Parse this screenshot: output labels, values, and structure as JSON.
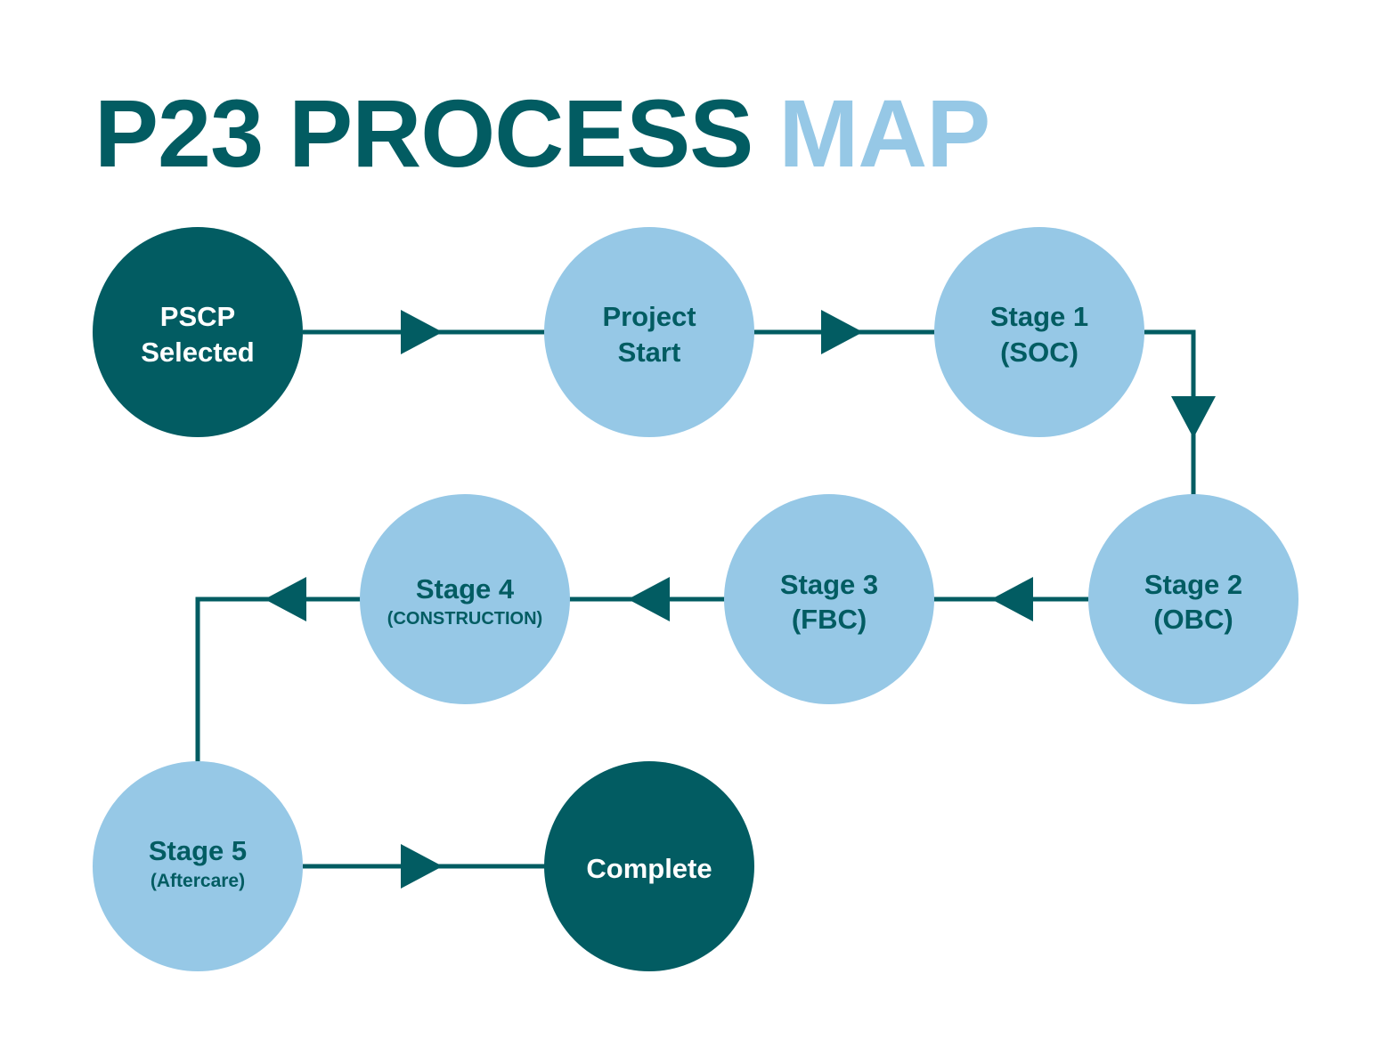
{
  "title": {
    "main": "P23 PROCESS",
    "accent": "MAP"
  },
  "colors": {
    "dark": "#025c62",
    "light": "#96c8e6",
    "line": "#025c62",
    "text_on_dark": "#ffffff",
    "text_on_light": "#025c62"
  },
  "nodes": [
    {
      "id": "pscp",
      "line1": "PSCP",
      "line2": "Selected",
      "style": "dark"
    },
    {
      "id": "project-start",
      "line1": "Project",
      "line2": "Start",
      "style": "light"
    },
    {
      "id": "stage-1",
      "line1": "Stage 1",
      "line2": "(SOC)",
      "style": "light"
    },
    {
      "id": "stage-2",
      "line1": "Stage 2",
      "line2": "(OBC)",
      "style": "light"
    },
    {
      "id": "stage-3",
      "line1": "Stage 3",
      "line2": "(FBC)",
      "style": "light"
    },
    {
      "id": "stage-4",
      "line1": "Stage 4",
      "line2": "(CONSTRUCTION)",
      "style": "light"
    },
    {
      "id": "stage-5",
      "line1": "Stage 5",
      "line2": "(Aftercare)",
      "style": "light"
    },
    {
      "id": "complete",
      "line1": "Complete",
      "line2": "",
      "style": "dark"
    }
  ]
}
